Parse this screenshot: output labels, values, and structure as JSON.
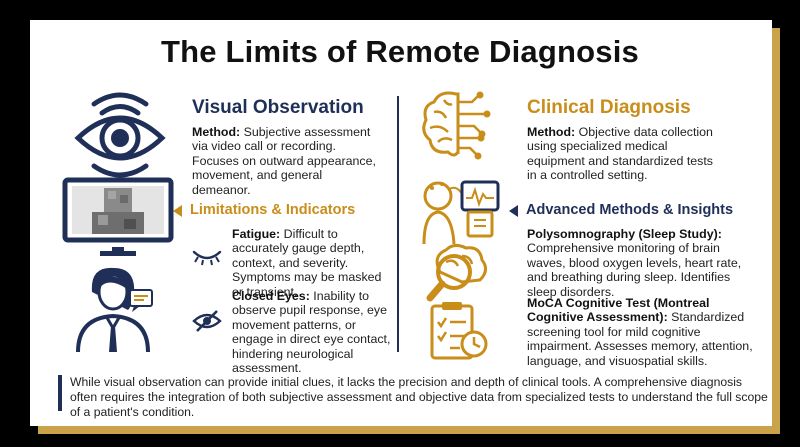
{
  "title": "The Limits of Remote Diagnosis",
  "left": {
    "heading": "Visual Observation",
    "method_label": "Method:",
    "method_text": "Subjective assessment via video call or recording. Focuses on outward appearance, movement, and general demeanor.",
    "sub_heading": "Limitations & Indicators",
    "items": [
      {
        "label": "Fatigue:",
        "text": "Difficult to accurately gauge depth, context, and severity. Symptoms may be masked or transient.",
        "icon": "closed-eye-icon"
      },
      {
        "label": "Closed Eyes:",
        "text": "Inability to observe pupil response, eye movement patterns, or engage in direct eye contact, hindering neurological assessment.",
        "icon": "eye-slash-icon"
      }
    ]
  },
  "right": {
    "heading": "Clinical Diagnosis",
    "method_label": "Method:",
    "method_text": "Objective data collection using specialized medical equipment and standardized tests in a controlled setting.",
    "sub_heading": "Advanced Methods & Insights",
    "items": [
      {
        "label": "Polysomnography (Sleep Study):",
        "text": "Comprehensive monitoring of brain waves, blood oxygen levels, heart rate, and breathing during sleep. Identifies sleep disorders.",
        "icon": "brain-scan-icon"
      },
      {
        "label": "MoCA Cognitive Test (Montreal Cognitive Assessment):",
        "text": "Standardized screening tool for mild cognitive impairment. Assesses memory, attention, language, and visuospatial skills.",
        "icon": "clipboard-test-icon"
      }
    ]
  },
  "footer": "While visual observation can provide initial clues, it lacks the precision and depth of clinical tools. A comprehensive diagnosis often requires the integration of both subjective assessment and objective data from specialized tests to understand the full scope of a patient's condition.",
  "colors": {
    "navy": "#1f2f57",
    "gold": "#c98d1a",
    "accent_border": "#c9a24a"
  }
}
